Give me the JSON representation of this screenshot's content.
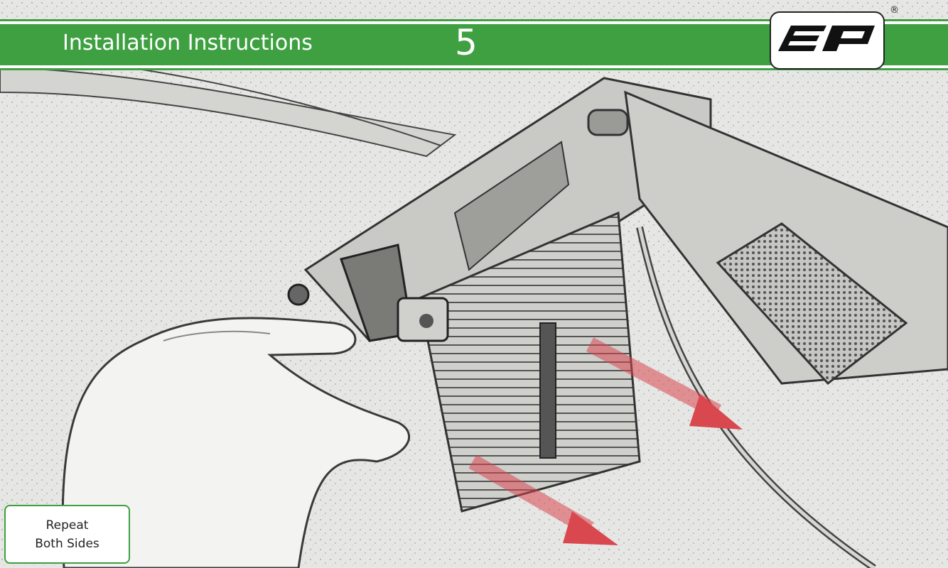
{
  "header": {
    "title": "Installation Instructions",
    "step_number": "5",
    "bar_color": "#3ea041"
  },
  "logo": {
    "letters": "ep",
    "registered_mark": "®"
  },
  "note": {
    "line1": "Repeat",
    "line2": "Both Sides"
  },
  "photo": {
    "style": "pencil-sketch",
    "subjects": [
      "hand",
      "bumper-bracket",
      "radiator-grille",
      "clip"
    ],
    "arrows": [
      {
        "color": "#d9474f",
        "direction": "down-right"
      },
      {
        "color": "#d9474f",
        "direction": "down-right"
      }
    ]
  }
}
